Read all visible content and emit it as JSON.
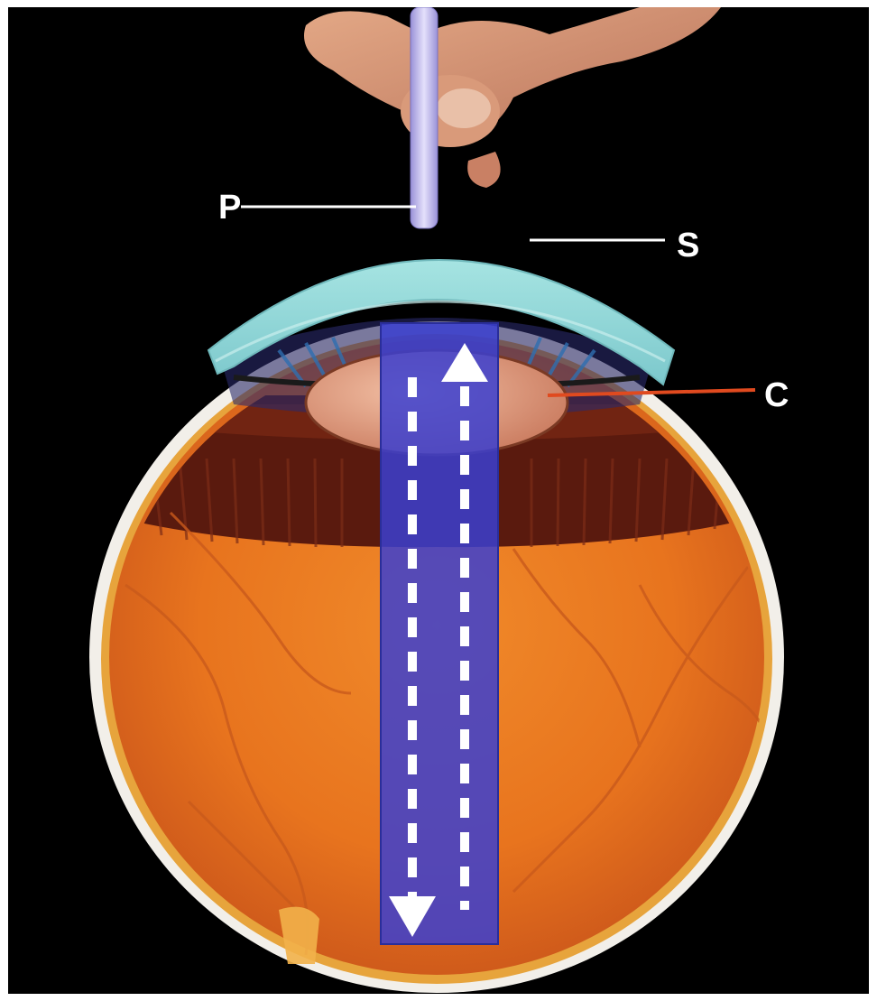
{
  "labels": {
    "probe": "P",
    "contact_surface": "S",
    "crystalline_lens": "C"
  },
  "colors": {
    "background": "#000000",
    "sclera": "#f2efe9",
    "retina": "#e8741e",
    "choroid_band": "#5a1a0e",
    "cornea_lens": "#8fd8d6",
    "light_beam": "#3b3fd0",
    "probe": "#c9c3ee",
    "pointer_lines": "#ffffff",
    "lens_pointer_line": "#e04a1f"
  },
  "icons": [
    "probe-icon",
    "hand-icon",
    "arrow-down-icon",
    "arrow-up-icon"
  ]
}
